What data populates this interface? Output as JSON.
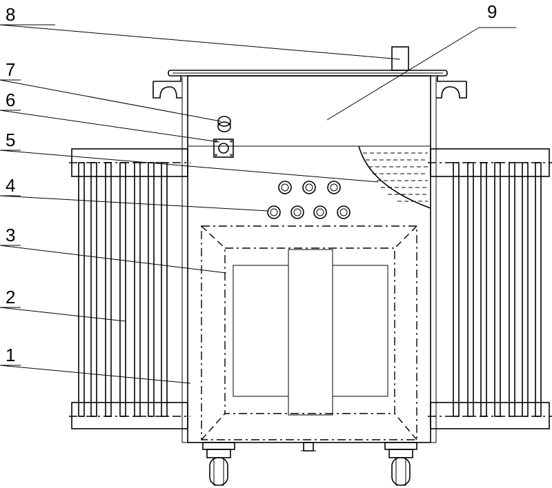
{
  "diagram": {
    "labels": [
      {
        "id": "1",
        "text": "1"
      },
      {
        "id": "2",
        "text": "2"
      },
      {
        "id": "3",
        "text": "3"
      },
      {
        "id": "4",
        "text": "4"
      },
      {
        "id": "5",
        "text": "5"
      },
      {
        "id": "6",
        "text": "6"
      },
      {
        "id": "7",
        "text": "7"
      },
      {
        "id": "8",
        "text": "8"
      },
      {
        "id": "9",
        "text": "9"
      }
    ]
  }
}
